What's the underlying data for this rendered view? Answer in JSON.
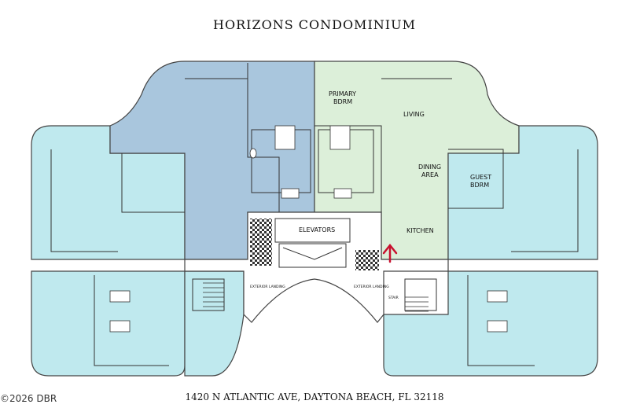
{
  "title": "HORIZONS CONDOMINIUM",
  "address": "1420 N ATLANTIC AVE, DAYTONA BEACH, FL 32118",
  "copyright": "©2026 DBR",
  "rooms": {
    "primary_line1": "PRIMARY",
    "primary_line2": "BDRM",
    "living": "LIVING",
    "dining_line1": "DINING",
    "dining_line2": "AREA",
    "guest_line1": "GUEST",
    "guest_line2": "BDRM",
    "kitchen": "KITCHEN",
    "elevators": "ELEVATORS",
    "exterior_landing": "EXTERIOR LANDING",
    "stair": "STAIR"
  },
  "colors": {
    "cyan_unit": "#bfe9ee",
    "blue_unit": "#a9c6dd",
    "green_unit": "#dcefd9",
    "arrow": "#c8102e",
    "wall": "#333333"
  }
}
